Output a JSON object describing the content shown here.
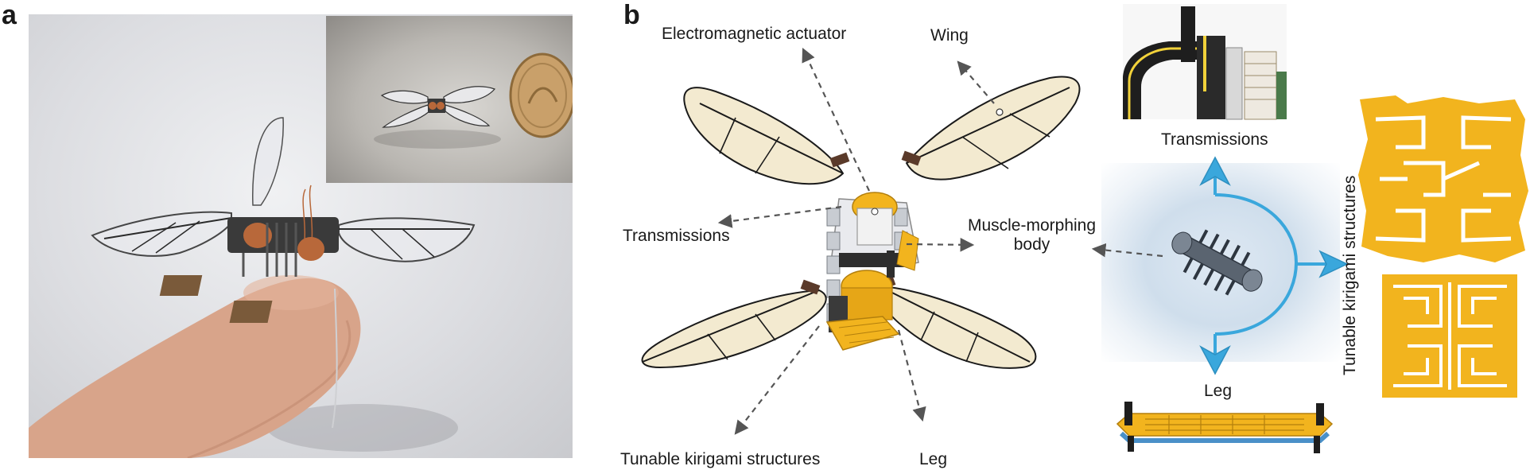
{
  "panels": {
    "a": "a",
    "b": "b"
  },
  "labels": {
    "electromagnetic_actuator": "Electromagnetic actuator",
    "wing": "Wing",
    "transmissions_left": "Transmissions",
    "muscle_morphing_line1": "Muscle-morphing",
    "muscle_morphing_line2": "body",
    "tunable_kirigami_bottom": "Tunable kirigami structures",
    "leg_bottom": "Leg",
    "transmissions_right": "Transmissions",
    "leg_right": "Leg",
    "tunable_kirigami_vertical": "Tunable kirigami structures"
  },
  "colors": {
    "wing_membrane": "#f3ead0",
    "wing_vein": "#1a1a1a",
    "gold": "#f2b41e",
    "arrow_blue": "#3aa7dc",
    "copper": "#b8683a"
  },
  "icons": {
    "coin": "coin-icon",
    "robot": "robot-icon"
  }
}
